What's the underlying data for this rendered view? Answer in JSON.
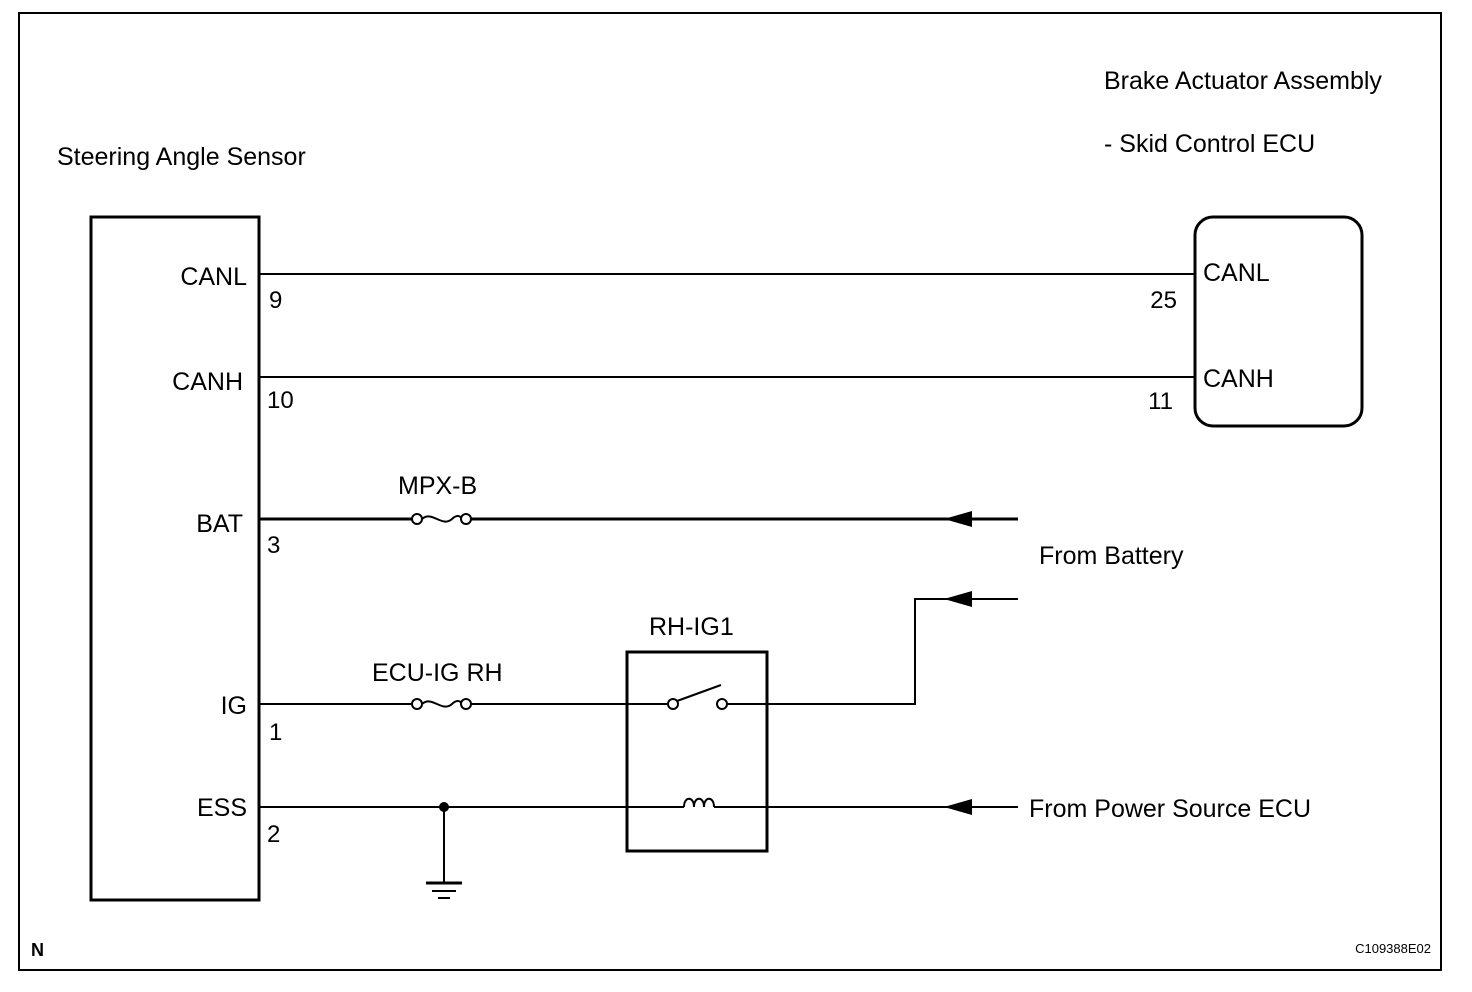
{
  "components": {
    "steering_angle_sensor": {
      "title": "Steering Angle Sensor"
    },
    "skid_control_ecu": {
      "title_line1": "Brake Actuator Assembly",
      "title_line2": "- Skid Control ECU"
    }
  },
  "sensor_pins": [
    {
      "name": "CANL",
      "number": "9"
    },
    {
      "name": "CANH",
      "number": "10"
    },
    {
      "name": "BAT",
      "number": "3"
    },
    {
      "name": "IG",
      "number": "1"
    },
    {
      "name": "ESS",
      "number": "2"
    }
  ],
  "ecu_pins": [
    {
      "name": "CANL",
      "number": "25"
    },
    {
      "name": "CANH",
      "number": "11"
    }
  ],
  "fuses": {
    "bat_fuse": "MPX-B",
    "ig_fuse": "ECU-IG RH"
  },
  "relay": {
    "name": "RH-IG1"
  },
  "sources": {
    "battery": "From Battery",
    "power_source_ecu": "From Power Source ECU"
  },
  "footer": {
    "corner_mark": "N",
    "figure_code": "C109388E02"
  }
}
